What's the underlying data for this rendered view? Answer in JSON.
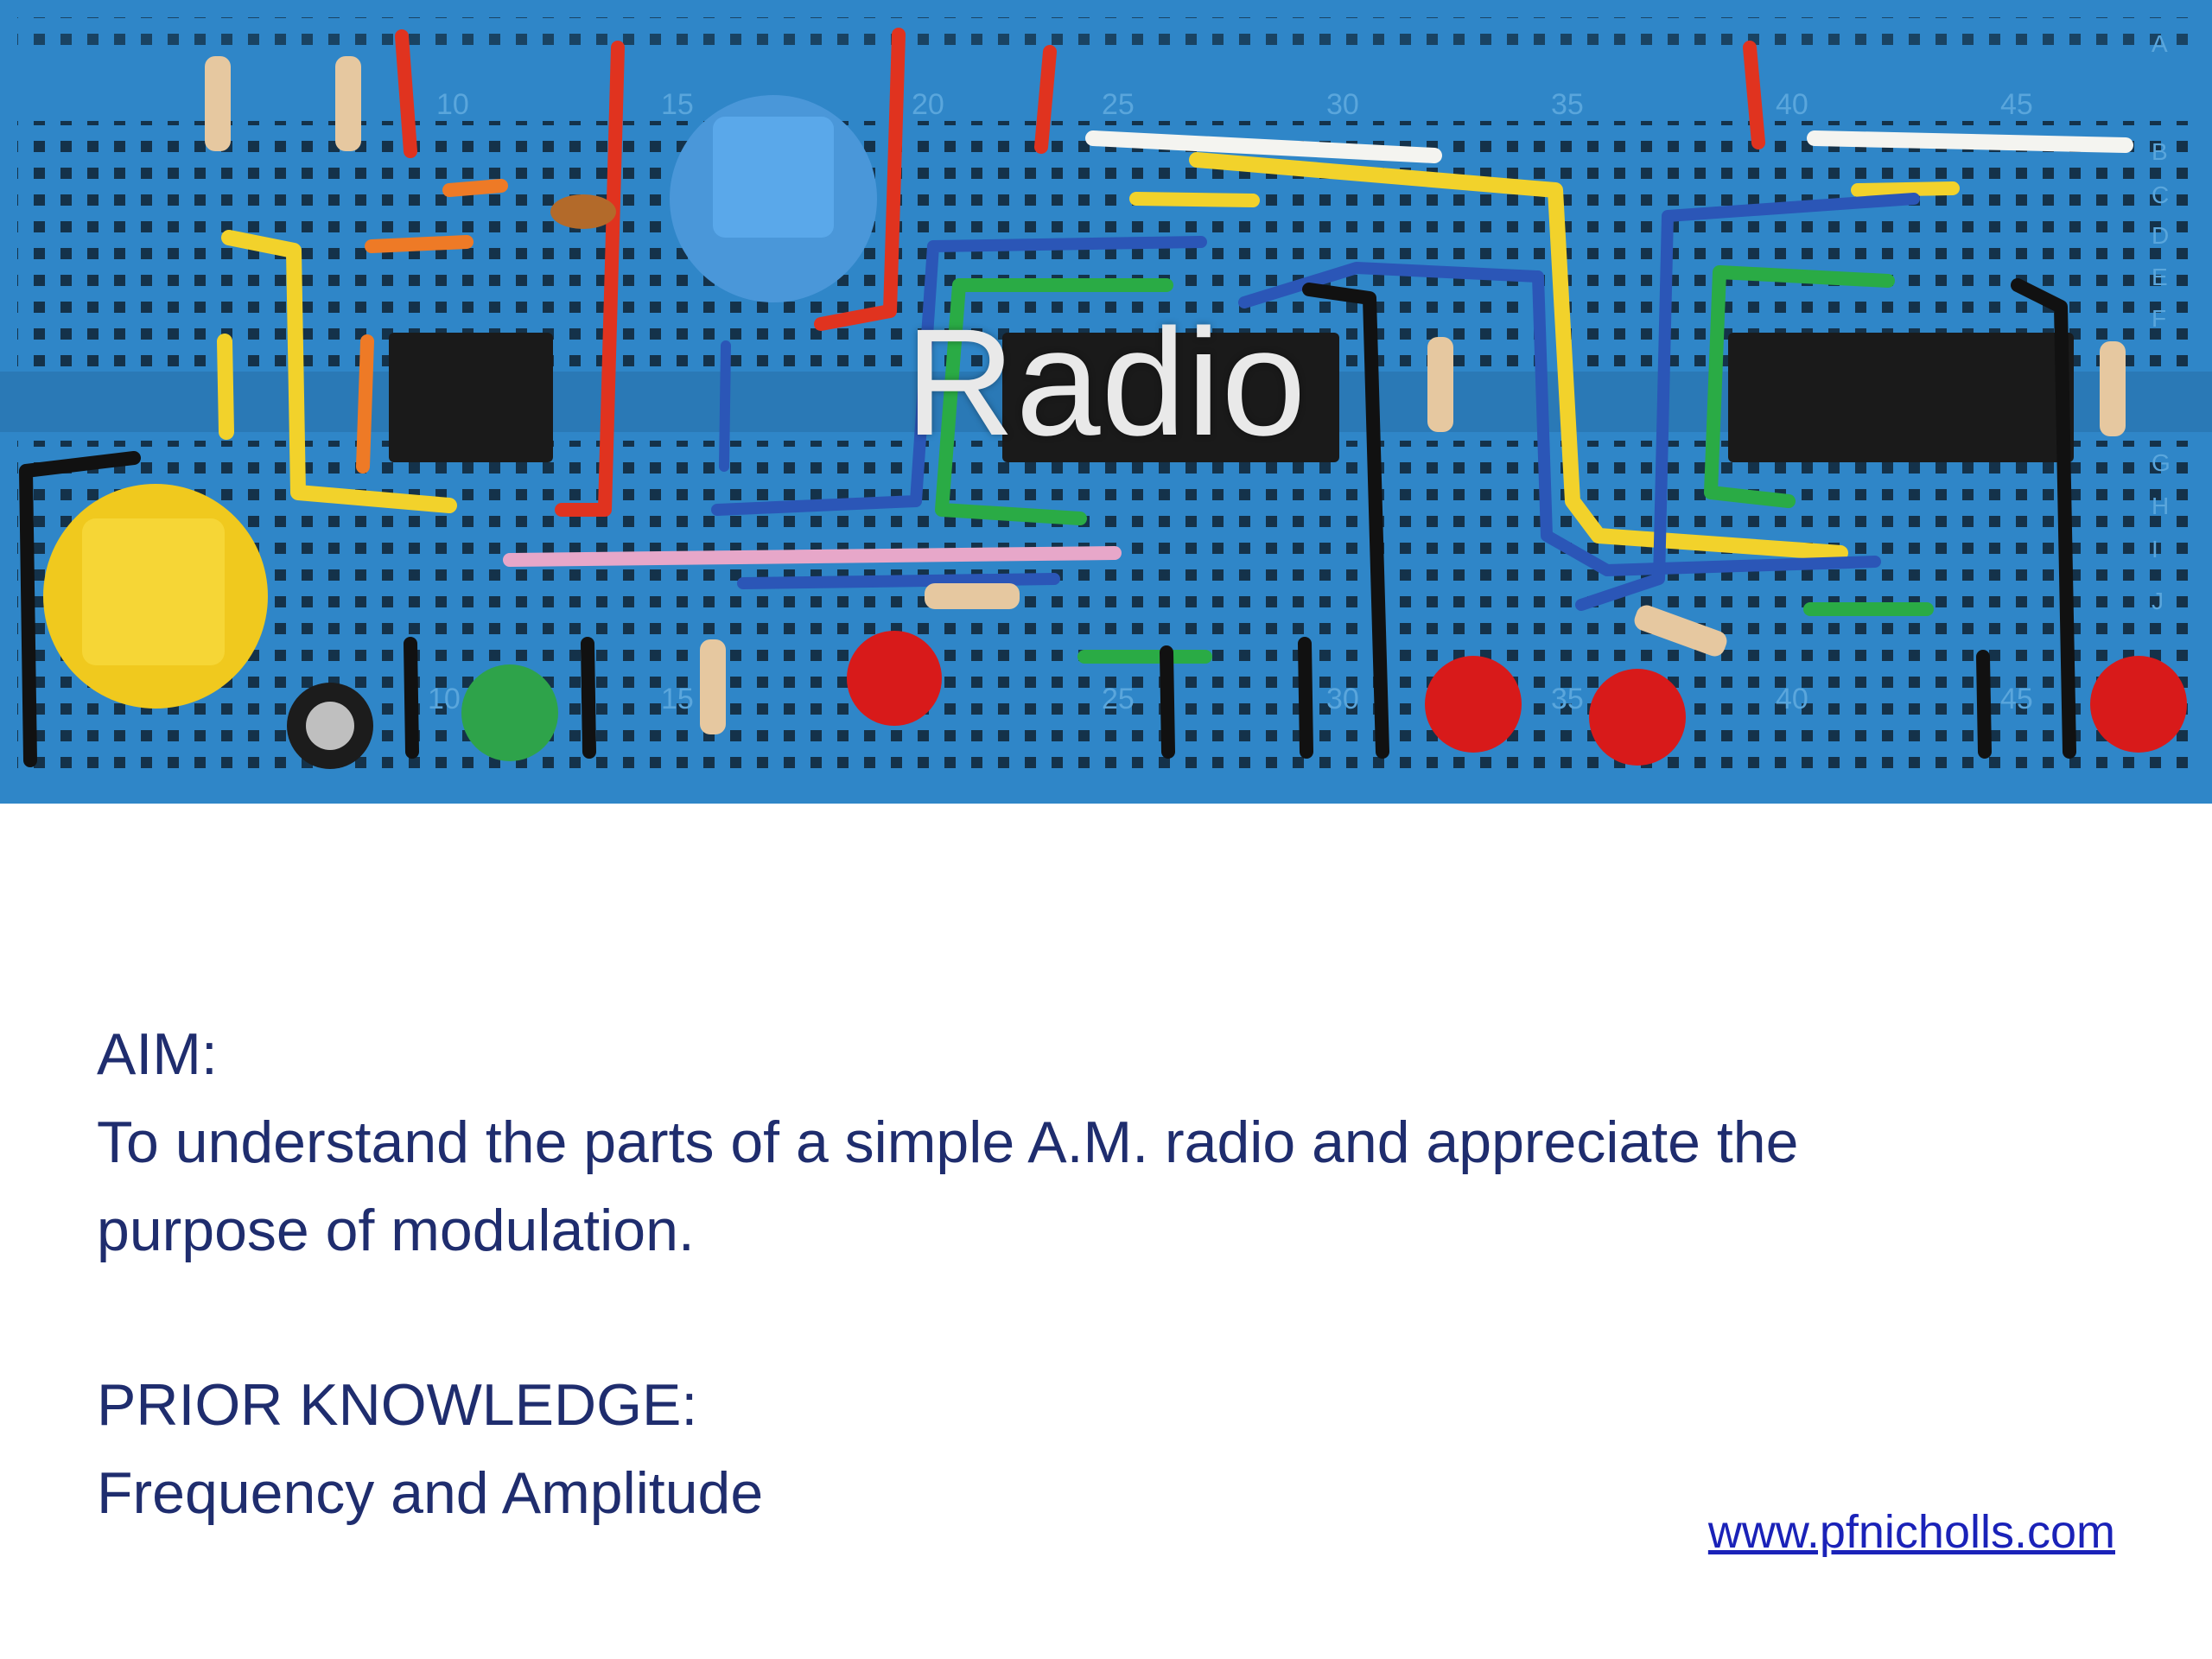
{
  "slide": {
    "title": "Radio",
    "aim_heading": "AIM:",
    "aim_line1": "To understand the parts of a simple A.M. radio and appreciate the",
    "aim_line2": "purpose of modulation.",
    "prior_heading": "PRIOR KNOWLEDGE:",
    "prior_body": "Frequency and Amplitude",
    "website": "www.pfnicholls.com"
  },
  "banner_image": {
    "description_icon": "breadboard-photo",
    "board_labels_top": [
      "10",
      "15",
      "20",
      "25",
      "30",
      "35",
      "40",
      "45"
    ],
    "board_labels_bottom": [
      "10",
      "15",
      "25",
      "30",
      "35",
      "40",
      "45"
    ],
    "row_letters": [
      "A",
      "B",
      "C",
      "D",
      "E",
      "F",
      "G",
      "H",
      "I",
      "J"
    ]
  },
  "colors": {
    "board": "#2f86c8",
    "text": "#1f2d6e",
    "link": "#1a22b8",
    "title": "#e9e9e9"
  }
}
